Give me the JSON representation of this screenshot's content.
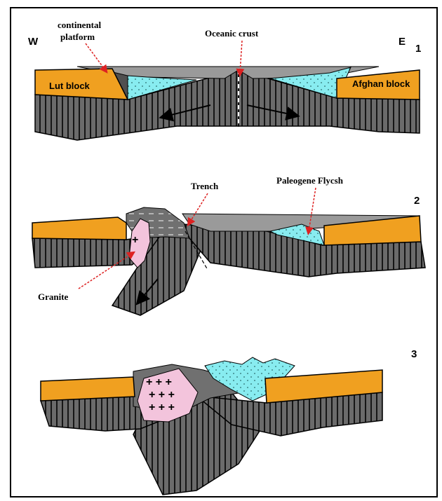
{
  "labels": {
    "west": "W",
    "east": "E",
    "continental_platform_line1": "continental",
    "continental_platform_line2": "platform",
    "oceanic_crust": "Oceanic crust",
    "lut_block": "Lut block",
    "afghan_block": "Afghan block",
    "trench": "Trench",
    "paleogene_flysch": "Paleogene Flycsh",
    "granite": "Granite"
  },
  "stages": [
    "1",
    "2",
    "3"
  ],
  "colors": {
    "continental_block": "#f0a020",
    "oceanic_lithosphere": "#6b6b6b",
    "flysch_sediment": "#88ecf0",
    "granite": "#f3c4dc",
    "platform": "#505050",
    "arrow_red": "#dd2222",
    "outline": "#000000"
  }
}
